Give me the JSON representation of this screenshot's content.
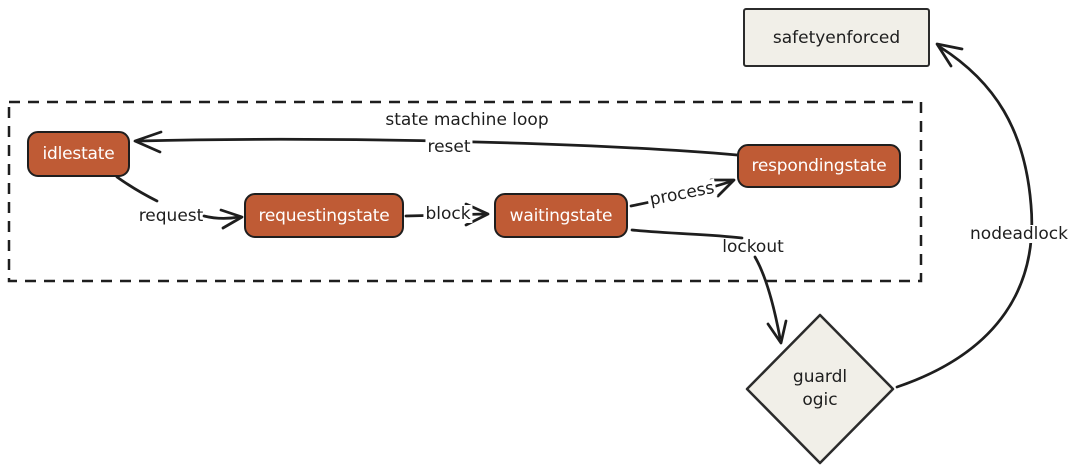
{
  "colors": {
    "background": "#ffffff",
    "stroke": "#1e1e1e",
    "state_fill": "#bf5b35",
    "state_text": "#ffffff",
    "shape_fill": "#f1efe8",
    "shape_border": "#2b2b2b",
    "label_text": "#1e1e1e"
  },
  "container": {
    "title": "state machine loop"
  },
  "nodes": {
    "idlestate": "idlestate",
    "requestingstate": "requestingstate",
    "waitingstate": "waitingstate",
    "respondingstate": "respondingstate",
    "safetyenforced": "safetyenforced",
    "guardlogic_line1": "guardl",
    "guardlogic_line2": "ogic"
  },
  "edges": {
    "reset": "reset",
    "request": "request",
    "block": "block",
    "process": "process",
    "lockout": "lockout",
    "nodeadlock": "nodeadlock"
  }
}
